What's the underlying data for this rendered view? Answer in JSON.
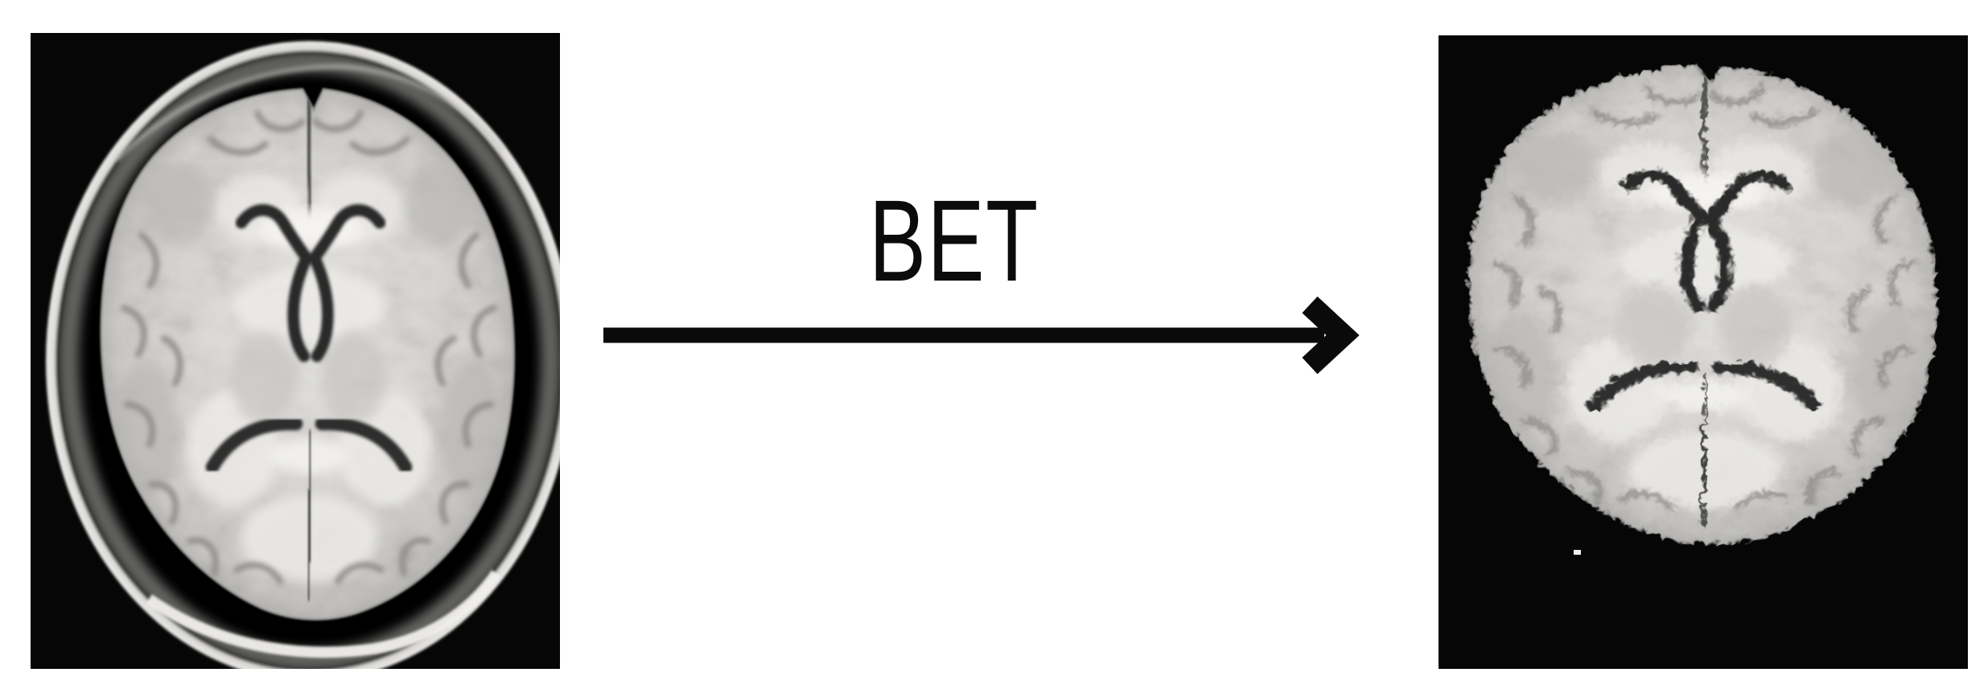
{
  "figure": {
    "arrow_label": "BET",
    "panels": {
      "left": {
        "name": "mri-with-skull",
        "alt": "Axial brain MRI slice with skull and scalp (input image)"
      },
      "right": {
        "name": "brain-extracted",
        "alt": "Skull-stripped brain after BET brain extraction (output image)"
      }
    },
    "colors": {
      "page-bg": "#ffffff",
      "panel-bg": "#060606",
      "arrow": "#0a0a0a",
      "label": "#0b0b0b",
      "skull-rim": "#e8e7e4",
      "brain-light": "#ebeae6",
      "brain-dark": "#b2b1ae",
      "ventricle": "#2c2c2c"
    }
  }
}
